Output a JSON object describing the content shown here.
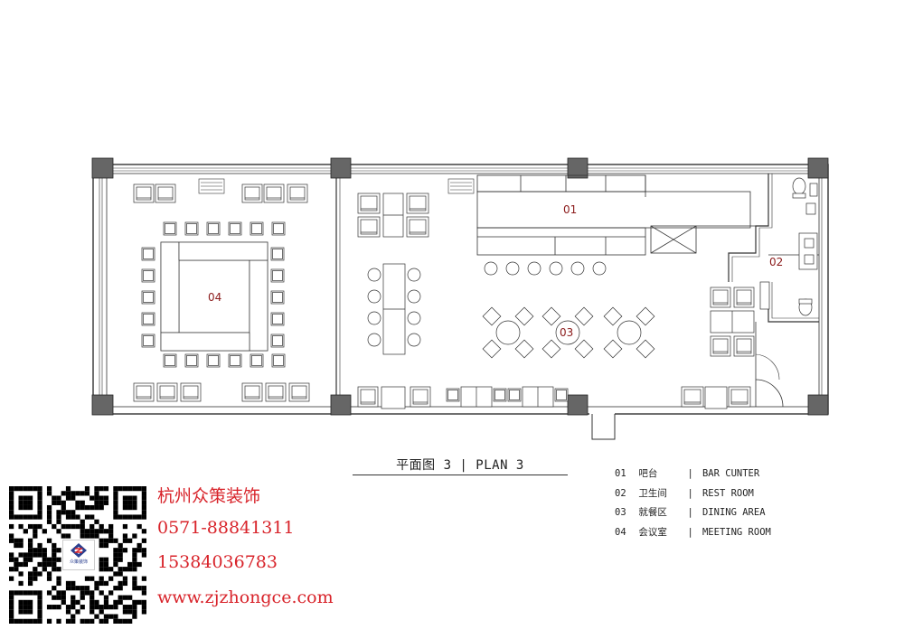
{
  "plan": {
    "rooms": [
      {
        "id": "01",
        "label": "01"
      },
      {
        "id": "02",
        "label": "02"
      },
      {
        "id": "03",
        "label": "03"
      },
      {
        "id": "04",
        "label": "04"
      }
    ],
    "colors": {
      "label": "#8b1a1a",
      "wall": "#333333",
      "column": "#666666",
      "accent": "#d8232a"
    }
  },
  "caption": "平面图 3  |  PLAN 3",
  "legend": [
    {
      "num": "01",
      "zh": "吧台",
      "en": "BAR CUNTER"
    },
    {
      "num": "02",
      "zh": "卫生间",
      "en": "REST ROOM"
    },
    {
      "num": "03",
      "zh": "就餐区",
      "en": "DINING AREA"
    },
    {
      "num": "04",
      "zh": "会议室",
      "en": "MEETING ROOM"
    }
  ],
  "company": {
    "name": "杭州众策装饰",
    "phone1": "0571-88841311",
    "phone2": "15384036783",
    "website": "www.zjzhongce.com",
    "qr_logo_text": "众策装饰"
  }
}
